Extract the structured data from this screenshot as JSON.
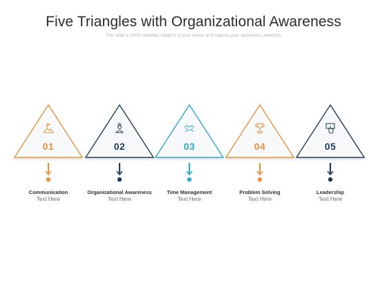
{
  "title": "Five Triangles with Organizational Awareness",
  "subtitle": "This slide is 100% editable. Adapt it to your needs and capture your audience's attention.",
  "items": [
    {
      "number": "01",
      "label": "Communication",
      "sublabel": "Text Here",
      "color": "#e8913f",
      "icon": "flag-on-hill-icon"
    },
    {
      "number": "02",
      "label": "Organizational Awareness",
      "sublabel": "Text Here",
      "color": "#1e3a5a",
      "icon": "person-with-star-icon"
    },
    {
      "number": "03",
      "label": "Time Management",
      "sublabel": "Text Here",
      "color": "#2aa7d4",
      "icon": "handshake-icon"
    },
    {
      "number": "04",
      "label": "Problem Solving",
      "sublabel": "Text Here",
      "color": "#e8913f",
      "icon": "trophy-icon"
    },
    {
      "number": "05",
      "label": "Leadership",
      "sublabel": "Text Here",
      "color": "#1e3a5a",
      "icon": "hand-pointer-icon"
    }
  ]
}
